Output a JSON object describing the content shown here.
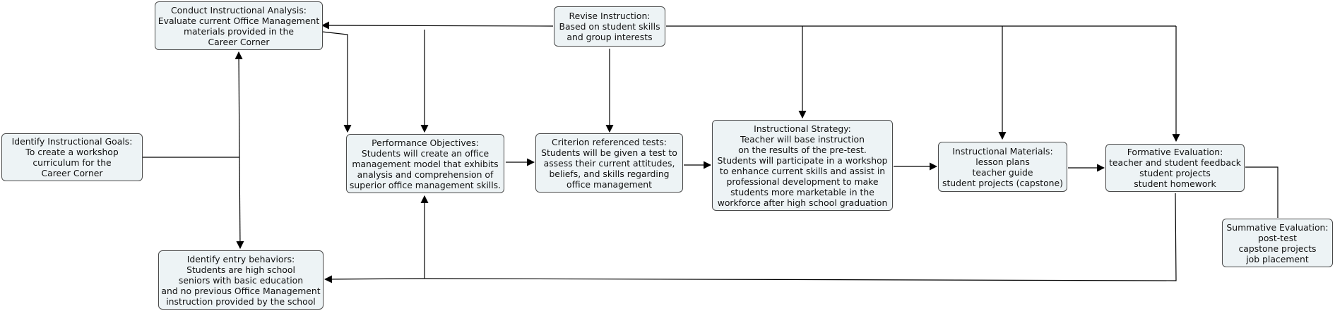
{
  "colors": {
    "box_fill": "#edf3f5",
    "box_border": "#4a4a4a",
    "connector": "#000000",
    "text": "#111111"
  },
  "nodes": {
    "instructional_analysis": {
      "lines": [
        "Conduct Instructional Analysis:",
        "Evaluate current Office Management",
        "materials provided in the",
        "Career Corner"
      ]
    },
    "revise_instruction": {
      "lines": [
        "Revise Instruction:",
        "Based on student skills",
        "and group interests"
      ]
    },
    "instructional_goals": {
      "lines": [
        "Identify Instructional Goals:",
        "To create a workshop",
        "curriculum for the",
        "Career Corner"
      ]
    },
    "performance_objectives": {
      "lines": [
        "Performance Objectives:",
        "Students will create an office",
        "management model that exhibits",
        "analysis and comprehension of",
        "superior office management skills."
      ]
    },
    "criterion_tests": {
      "lines": [
        "Criterion referenced tests:",
        "Students will be given a test to",
        "assess their current attitudes,",
        "beliefs, and skills regarding",
        "office management"
      ]
    },
    "instructional_strategy": {
      "lines": [
        "Instructional Strategy:",
        "Teacher will base instruction",
        "on the results of the pre-test.",
        "Students will participate in a workshop",
        "to enhance current skills and assist in",
        "professional development to make",
        "students more marketable in the",
        "workforce after high school graduation"
      ]
    },
    "instructional_materials": {
      "lines": [
        "Instructional Materials:",
        "lesson plans",
        "teacher guide",
        "student projects (capstone)"
      ]
    },
    "formative_evaluation": {
      "lines": [
        "Formative Evaluation:",
        "teacher and student feedback",
        "student projects",
        "student homework"
      ]
    },
    "summative_evaluation": {
      "lines": [
        "Summative Evaluation:",
        "post-test",
        "capstone projects",
        "job placement"
      ]
    },
    "entry_behaviors": {
      "lines": [
        "Identify entry behaviors:",
        "Students are high school",
        "seniors with basic education",
        "and no previous Office Management",
        "instruction provided by the school"
      ]
    }
  }
}
